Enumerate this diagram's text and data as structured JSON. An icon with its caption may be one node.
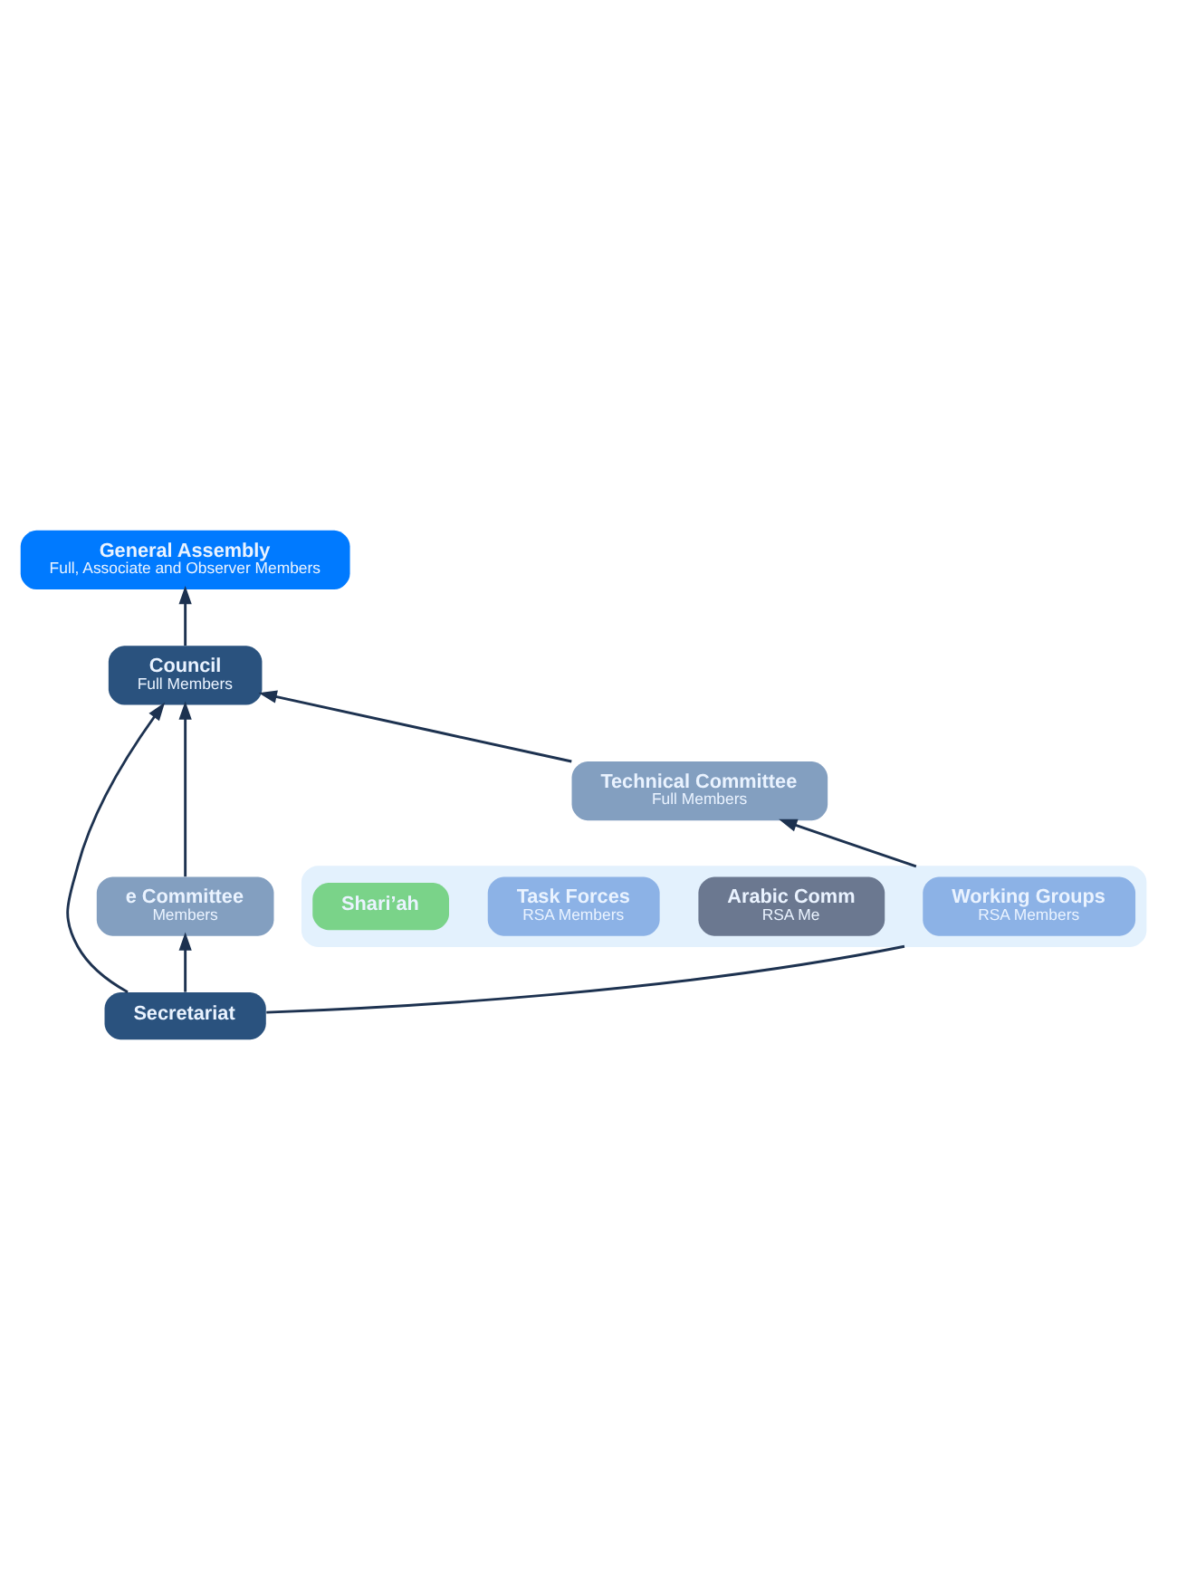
{
  "diagram": {
    "nodes": [
      {
        "text": [
          "General Assembly",
          "Full, Associate and Observer Members"
        ]
      },
      {
        "text": [
          "Council",
          "Full Members"
        ]
      },
      {
        "text": [
          "e Committee",
          "Members"
        ]
      },
      {
        "text": [
          "Technical Committee",
          "Full Members"
        ]
      },
      {
        "text": [],
        "shape": "box"
      },
      {
        "text": [
          "Working Groups",
          "RSA Members"
        ],
        "in": 4
      },
      {
        "text": [
          "Arabic Comm",
          "RSA Me"
        ],
        "in": 4
      },
      {
        "text": [
          "Task Forces",
          "RSA Members"
        ],
        "in": 4
      },
      {
        "text": [
          "Shari’ah"
        ],
        "in": 4
      },
      {
        "text": [
          "Secretariat"
        ]
      }
    ],
    "edges": [
      {
        "from": 1,
        "to": 0,
        "arrow": "to"
      },
      {
        "from": 2,
        "to": 1,
        "arrow": "to"
      },
      {
        "from": 3,
        "to": 1,
        "arrow": "to"
      },
      {
        "from": 9,
        "to": 1,
        "arrow": "to"
      },
      {
        "from": 9,
        "to": 2,
        "arrow": "to"
      },
      {
        "from": 4,
        "to": 3,
        "arrow": "to"
      },
      {
        "from": 9,
        "to": 4,
        "arrow": "none"
      }
    ]
  }
}
